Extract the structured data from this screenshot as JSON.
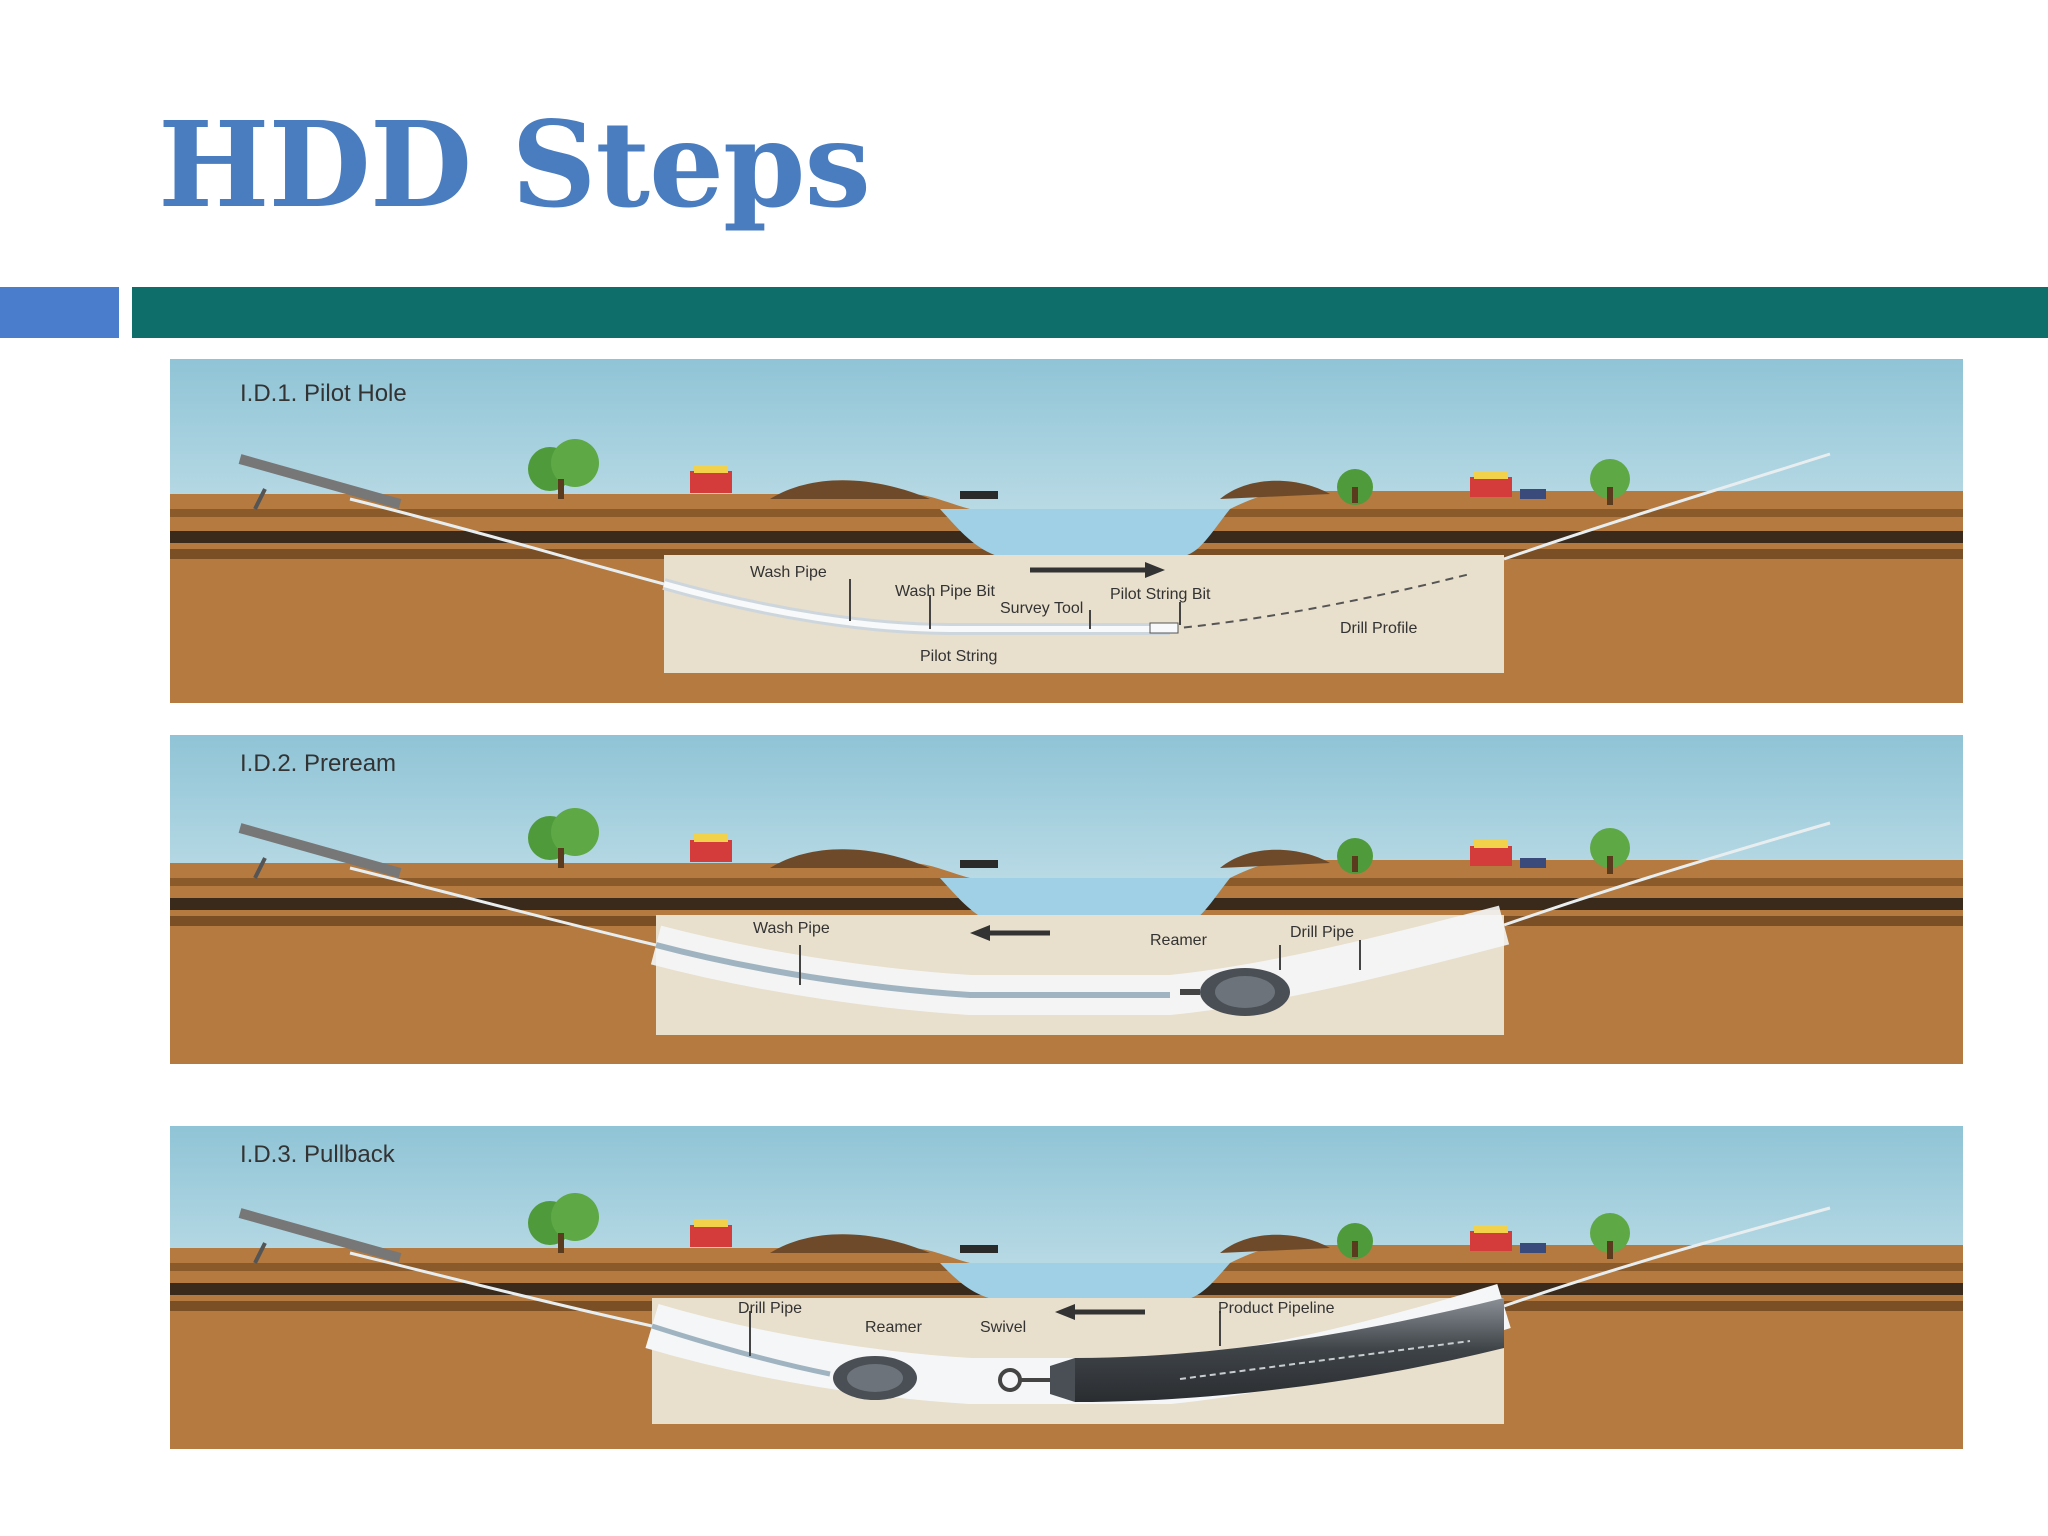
{
  "slide": {
    "title": "HDD Steps"
  },
  "colors": {
    "title": "#4a7dbf",
    "accent_blue": "#4a7dcc",
    "accent_teal": "#0e6f6a",
    "soil": "#b47a3f",
    "sky": "#cfe6ee",
    "water": "#9fd0e6"
  },
  "panels": [
    {
      "heading": "I.D.1. Pilot Hole",
      "labels": {
        "wash_pipe": "Wash Pipe",
        "wash_pipe_bit": "Wash Pipe Bit",
        "survey_tool": "Survey Tool",
        "pilot_string_bit": "Pilot String Bit",
        "drill_profile": "Drill Profile",
        "pilot_string": "Pilot String"
      },
      "arrow_direction": "right"
    },
    {
      "heading": "I.D.2. Preream",
      "labels": {
        "wash_pipe": "Wash Pipe",
        "reamer": "Reamer",
        "drill_pipe": "Drill Pipe"
      },
      "arrow_direction": "left"
    },
    {
      "heading": "I.D.3. Pullback",
      "labels": {
        "drill_pipe": "Drill Pipe",
        "reamer": "Reamer",
        "swivel": "Swivel",
        "product_pipeline": "Product Pipeline"
      },
      "arrow_direction": "left"
    }
  ]
}
